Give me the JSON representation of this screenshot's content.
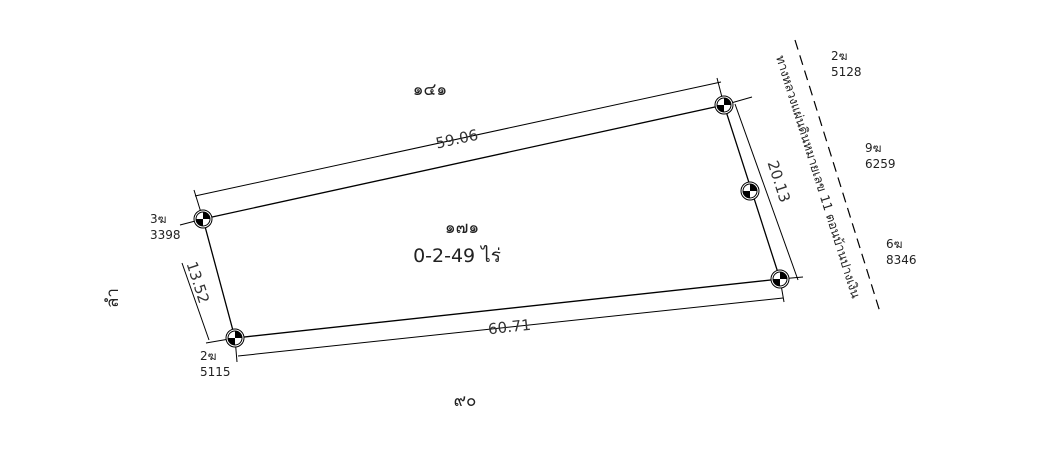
{
  "parcel": {
    "number": "๑๗๑",
    "area": "0-2-49 ไร่"
  },
  "neighbors": {
    "top": "๑๔๑",
    "bottom": "๙๐",
    "left": "ลำ"
  },
  "dimensions": {
    "top": "59.06",
    "bottom": "60.71",
    "left": "13.52",
    "right": "20.13"
  },
  "markers": {
    "top_left": {
      "code": "3ฆ",
      "number": "3398"
    },
    "bottom_left": {
      "code": "2ฆ",
      "number": "5115"
    }
  },
  "right_markers": [
    {
      "code": "2ฆ",
      "number": "5128"
    },
    {
      "code": "9ฆ",
      "number": "6259"
    },
    {
      "code": "6ฆ",
      "number": "8346"
    }
  ],
  "road_label": "ทางหลวงแผ่นดินหมายเลข 11 ตอนบ้านปางเงิน"
}
